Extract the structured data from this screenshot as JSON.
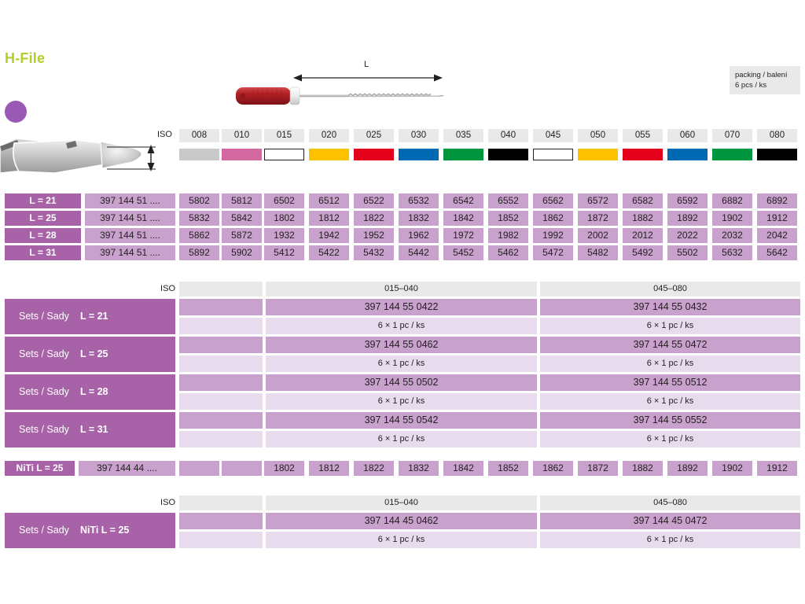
{
  "header": {
    "title": "H-File",
    "packing_line1": "packing / balení",
    "packing_line2": "6 pcs / ks",
    "dimension_label": "L",
    "bullet_color": "#9b59b6",
    "title_color": "#b5cc2e"
  },
  "iso": {
    "label": "ISO",
    "sizes": [
      "008",
      "010",
      "015",
      "020",
      "025",
      "030",
      "035",
      "040",
      "045",
      "050",
      "055",
      "060",
      "070",
      "080"
    ],
    "colors": [
      "#c9c9c9",
      "#d4699f",
      "#ffffff",
      "#fcc200",
      "#e3001b",
      "#0069b4",
      "#009640",
      "#000000",
      "#ffffff",
      "#fcc200",
      "#e3001b",
      "#0069b4",
      "#009640",
      "#000000"
    ]
  },
  "main_table": {
    "rows": [
      {
        "length": "L = 21",
        "order": "397 144 51 ....",
        "codes": [
          "5802",
          "5812",
          "6502",
          "6512",
          "6522",
          "6532",
          "6542",
          "6552",
          "6562",
          "6572",
          "6582",
          "6592",
          "6882",
          "6892"
        ]
      },
      {
        "length": "L = 25",
        "order": "397 144 51 ....",
        "codes": [
          "5832",
          "5842",
          "1802",
          "1812",
          "1822",
          "1832",
          "1842",
          "1852",
          "1862",
          "1872",
          "1882",
          "1892",
          "1902",
          "1912"
        ]
      },
      {
        "length": "L = 28",
        "order": "397 144 51 ....",
        "codes": [
          "5862",
          "5872",
          "1932",
          "1942",
          "1952",
          "1962",
          "1972",
          "1982",
          "1992",
          "2002",
          "2012",
          "2022",
          "2032",
          "2042"
        ]
      },
      {
        "length": "L = 31",
        "order": "397 144 51 ....",
        "codes": [
          "5892",
          "5902",
          "5412",
          "5422",
          "5432",
          "5442",
          "5452",
          "5462",
          "5472",
          "5482",
          "5492",
          "5502",
          "5632",
          "5642"
        ]
      }
    ]
  },
  "sets_section": {
    "iso_label": "ISO",
    "range_left": "015–040",
    "range_right": "045–080",
    "sets_prefix": "Sets / Sady",
    "rows": [
      {
        "length": "L = 21",
        "code_left": "397 144 55 0422",
        "code_right": "397 144 55 0432",
        "qty_left": "6 × 1 pc / ks",
        "qty_right": "6 × 1 pc / ks"
      },
      {
        "length": "L = 25",
        "code_left": "397 144 55 0462",
        "code_right": "397 144 55 0472",
        "qty_left": "6 × 1 pc / ks",
        "qty_right": "6 × 1 pc / ks"
      },
      {
        "length": "L = 28",
        "code_left": "397 144 55 0502",
        "code_right": "397 144 55 0512",
        "qty_left": "6 × 1 pc / ks",
        "qty_right": "6 × 1 pc / ks"
      },
      {
        "length": "L = 31",
        "code_left": "397 144 55 0542",
        "code_right": "397 144 55 0552",
        "qty_left": "6 × 1 pc / ks",
        "qty_right": "6 × 1 pc / ks"
      }
    ]
  },
  "niti_row": {
    "length": "NiTi L = 25",
    "order": "397 144 44 ....",
    "codes": [
      "",
      "",
      "1802",
      "1812",
      "1822",
      "1832",
      "1842",
      "1852",
      "1862",
      "1872",
      "1882",
      "1892",
      "1902",
      "1912"
    ]
  },
  "niti_sets": {
    "iso_label": "ISO",
    "range_left": "015–040",
    "range_right": "045–080",
    "sets_prefix": "Sets / Sady",
    "length": "NiTi L = 25",
    "code_left": "397 144 45 0462",
    "code_right": "397 144 45 0472",
    "qty_left": "6 × 1 pc / ks",
    "qty_right": "6 × 1 pc / ks"
  },
  "palette": {
    "purple_dark": "#a863a8",
    "purple_mid": "#c9a1cd",
    "purple_light": "#e6dcee",
    "grey": "#e9e9e9",
    "handle_red": "#b42025"
  }
}
